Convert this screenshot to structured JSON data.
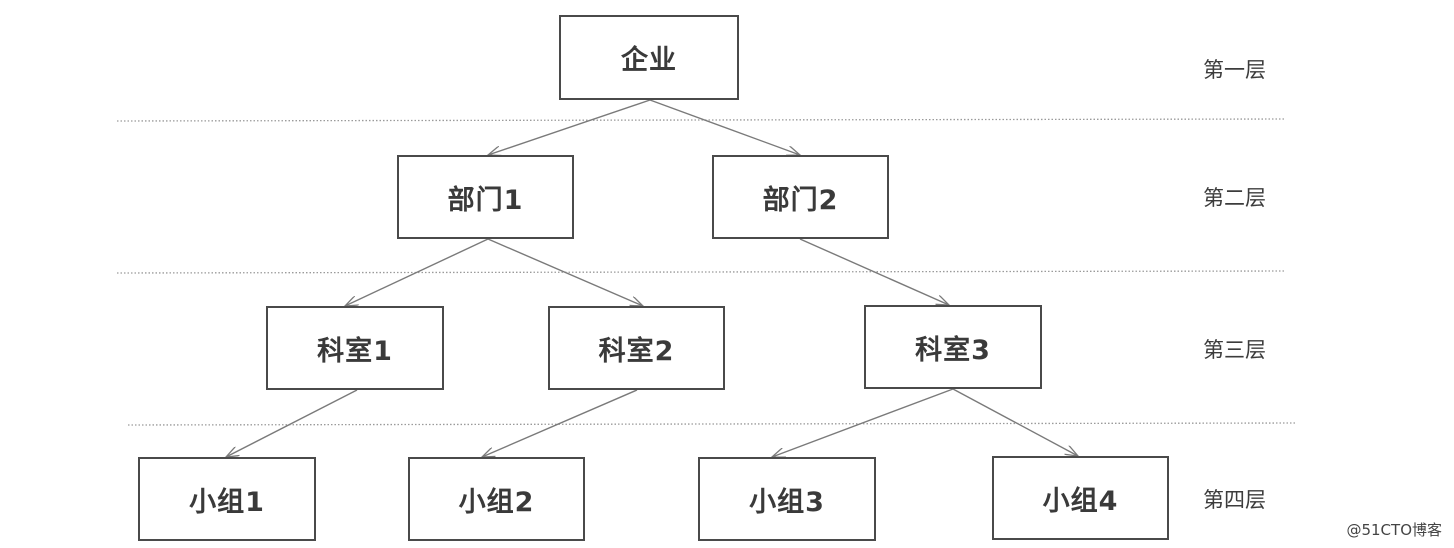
{
  "nodes": [
    {
      "id": "enterprise",
      "label": "企业"
    },
    {
      "id": "dept1",
      "label": "部门1"
    },
    {
      "id": "dept2",
      "label": "部门2"
    },
    {
      "id": "office1",
      "label": "科室1"
    },
    {
      "id": "office2",
      "label": "科室2"
    },
    {
      "id": "office3",
      "label": "科室3"
    },
    {
      "id": "group1",
      "label": "小组1"
    },
    {
      "id": "group2",
      "label": "小组2"
    },
    {
      "id": "group3",
      "label": "小组3"
    },
    {
      "id": "group4",
      "label": "小组4"
    }
  ],
  "edges": [
    {
      "from": "enterprise",
      "to": "dept1"
    },
    {
      "from": "enterprise",
      "to": "dept2"
    },
    {
      "from": "dept1",
      "to": "office1"
    },
    {
      "from": "dept1",
      "to": "office2"
    },
    {
      "from": "dept2",
      "to": "office3"
    },
    {
      "from": "office1",
      "to": "group1"
    },
    {
      "from": "office2",
      "to": "group2"
    },
    {
      "from": "office3",
      "to": "group3"
    },
    {
      "from": "office3",
      "to": "group4"
    }
  ],
  "levels": [
    {
      "label": "第一层"
    },
    {
      "label": "第二层"
    },
    {
      "label": "第三层"
    },
    {
      "label": "第四层"
    }
  ],
  "watermark": "@51CTO博客",
  "colors": {
    "box_border": "#4a4a4a",
    "arrow": "#7a7a7a",
    "divider": "#9a9a9a",
    "text": "#3a3a3a"
  }
}
